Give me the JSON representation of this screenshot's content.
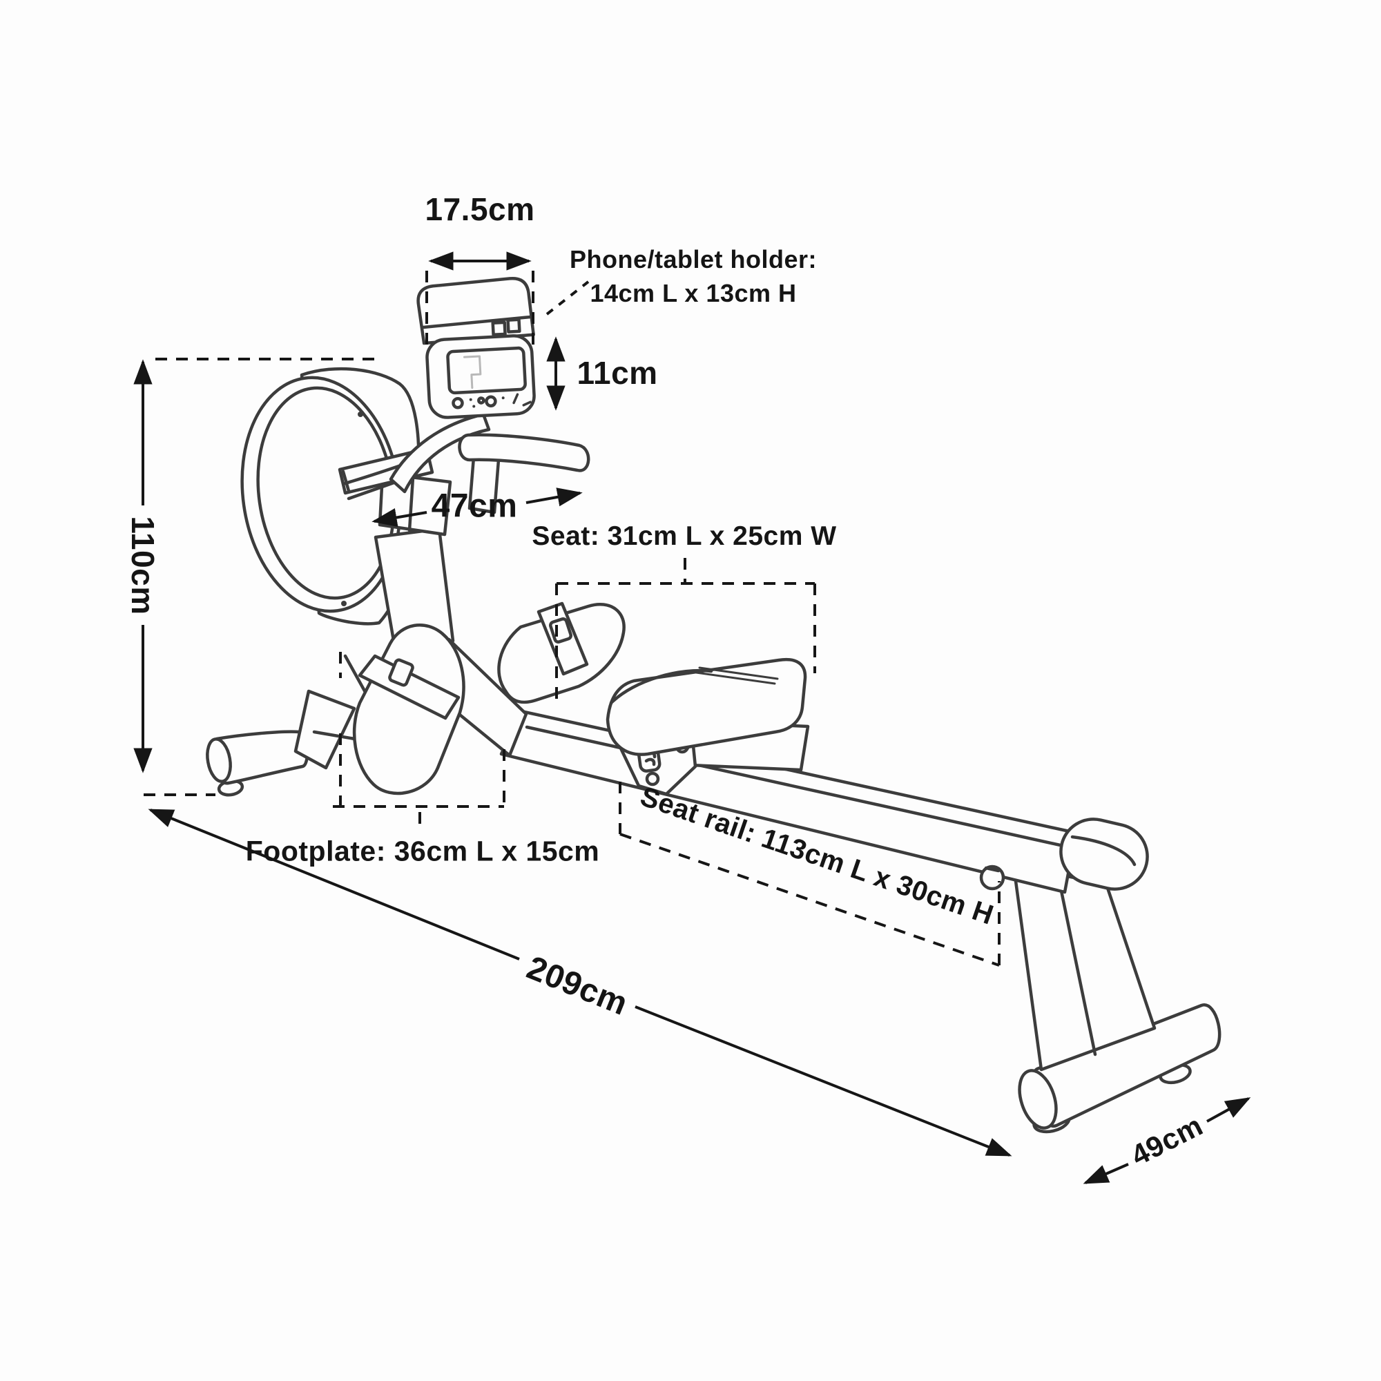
{
  "diagram": {
    "type": "product-dimension-line-drawing",
    "subject": "rowing machine",
    "colors": {
      "background": "#fdfdfd",
      "ink": "#151515",
      "line_art": "#3c3c3c",
      "dimension_lines": "#161616",
      "screen_glyph": "#b8b8b8"
    },
    "labels": {
      "monitor_width": "17.5cm",
      "monitor_height": "11cm",
      "phone_holder_line1": "Phone/tablet holder:",
      "phone_holder_line2": "14cm L x 13cm H",
      "machine_height": "110cm",
      "flywheel_width": "47cm",
      "seat": "Seat: 31cm L x 25cm W",
      "footplate": "Footplate: 36cm L x 15cm",
      "seat_rail": "Seat rail: 113cm L x 30cm H",
      "machine_length": "209cm",
      "machine_depth": "49cm"
    }
  }
}
